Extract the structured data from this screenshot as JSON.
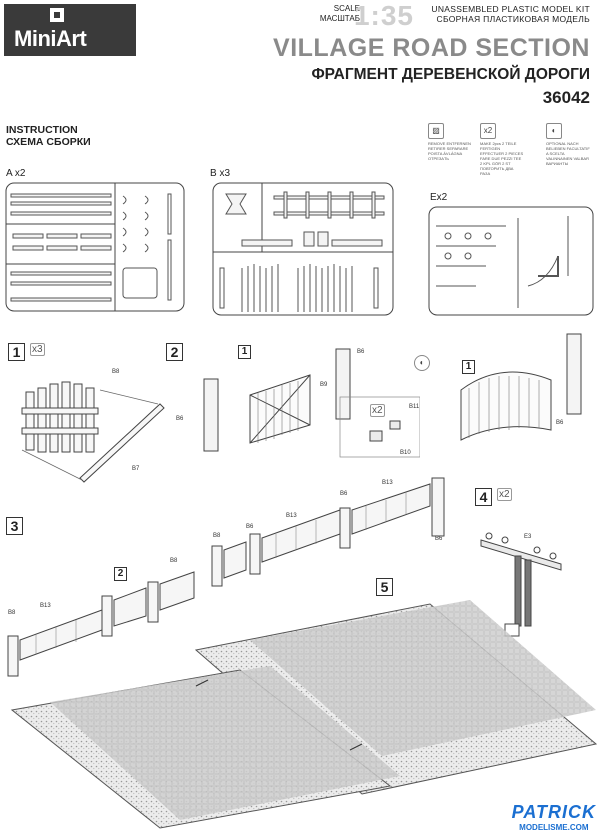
{
  "brand": {
    "name": "MiniArt"
  },
  "header": {
    "scale_en": "SCALE",
    "scale_ru": "МАСШТАБ",
    "scale_value": "1:35",
    "kit_en": "UNASSEMBLED PLASTIC MODEL KIT",
    "kit_ru": "СБОРНАЯ ПЛАСТИКОВАЯ МОДЕЛЬ",
    "title_en": "VILLAGE ROAD SECTION",
    "title_ru": "ФРАГМЕНТ ДЕРЕВЕНСКОЙ ДОРОГИ",
    "code": "36042"
  },
  "instruction": {
    "en": "INSTRUCTION",
    "ru": "СХЕМА СБОРКИ"
  },
  "symbols": [
    {
      "glyph": "▨",
      "text": "REMOVE ENTFERNEN RETIRER SEPARARE POISTA ÁVLÁGNA OTPEЗAТЬ"
    },
    {
      "glyph": "x2",
      "text": "MAKE 2pcs 2 TEILE FERTIGEN EFFECTUER 2 PIECES FARE DUE PEZZI TEE 2 KPL GÖR 2 ST ПОВТОРИТЬ ДВА РАЗА"
    },
    {
      "glyph": "◐",
      "text": "OPTIONAL NACH BELIEBEN FACULTATIF A SCELTA VALINNAINEN VALBAR ВАРИАНТЫ"
    }
  ],
  "sprues": [
    {
      "label": "A x2"
    },
    {
      "label": "B x3"
    },
    {
      "label": "Ex2"
    }
  ],
  "steps": [
    {
      "num": "1",
      "mult": "x3",
      "parts": [
        "B8",
        "B7"
      ]
    },
    {
      "num": "2",
      "parts": [
        "B6",
        "B9",
        "B6",
        "B11",
        "B10",
        "B6"
      ],
      "sub_mult": "x2",
      "ref": "1"
    },
    {
      "num": "3",
      "parts": [
        "B13",
        "B6",
        "B13",
        "B6",
        "B8",
        "B6",
        "B8",
        "B13",
        "B8"
      ],
      "ref": "2"
    },
    {
      "num": "4",
      "mult": "x2",
      "parts": [
        "E3"
      ]
    },
    {
      "num": "5"
    }
  ],
  "watermark": {
    "line1": "PATRICK",
    "line2": "MODELISME.COM"
  },
  "colors": {
    "title_gray": "#8a8a8a",
    "logo_bg": "#3a3a3a",
    "watermark": "#1b6fd1"
  }
}
